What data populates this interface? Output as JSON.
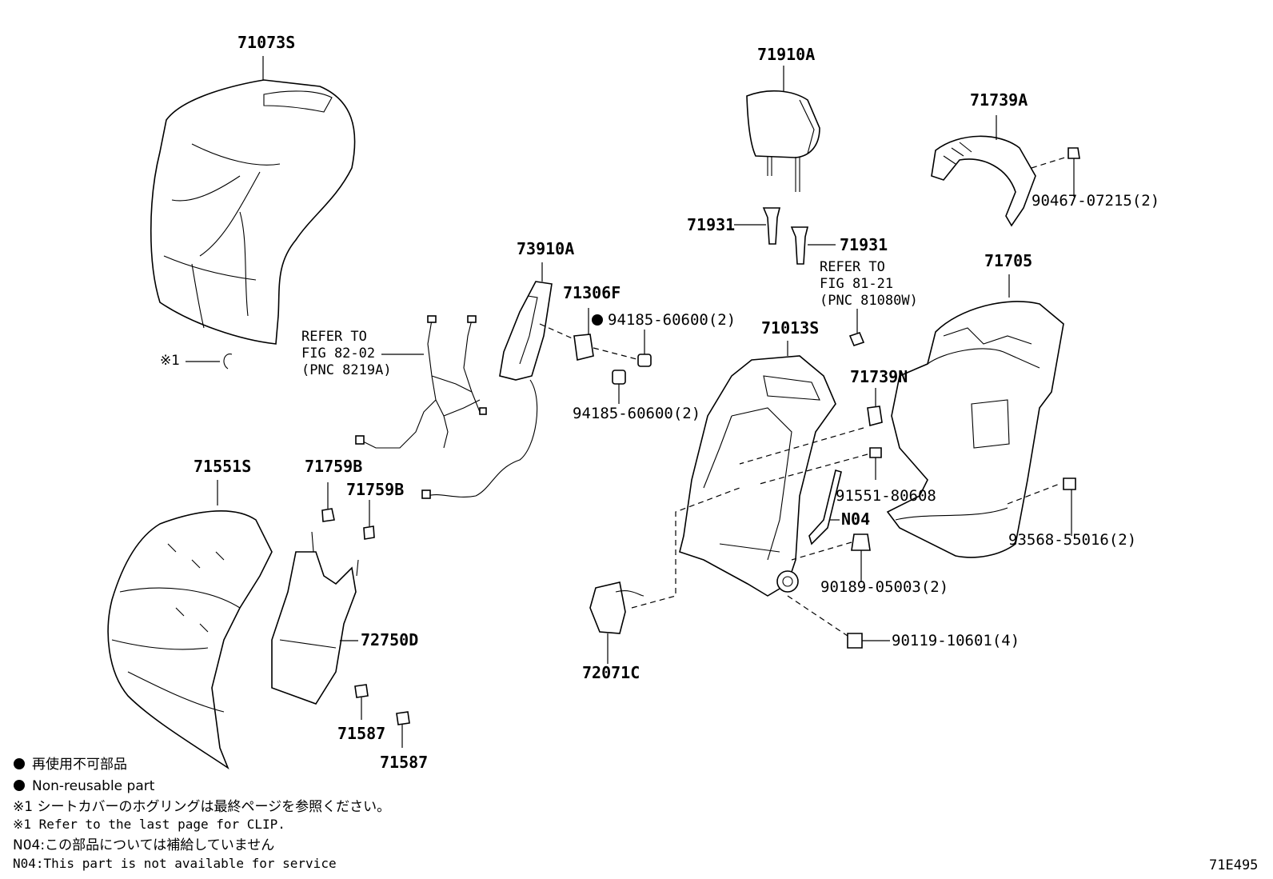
{
  "parts": {
    "p71073S": "71073S",
    "p71910A": "71910A",
    "p71739A": "71739A",
    "p90467": "90467-07215(2)",
    "p71931a": "71931",
    "p71931b": "71931",
    "p73910A": "73910A",
    "p71306F": "71306F",
    "p94185a": "94185-60600(2)",
    "p94185b": "94185-60600(2)",
    "p71705": "71705",
    "p71013S": "71013S",
    "p71739N": "71739N",
    "p91551": "91551-80608",
    "pN04": "N04",
    "p93568": "93568-55016(2)",
    "p90189": "90189-05003(2)",
    "p90119": "90119-10601(4)",
    "p72071C": "72071C",
    "p71551S": "71551S",
    "p71759Ba": "71759B",
    "p71759Bb": "71759B",
    "p72750D": "72750D",
    "p71587a": "71587",
    "p71587b": "71587",
    "clip": "※1"
  },
  "refs": {
    "harness": [
      "REFER TO",
      "FIG 82-02",
      "(PNC 8219A)"
    ],
    "headrest": [
      "REFER TO",
      "FIG 81-21",
      "(PNC 81080W)"
    ]
  },
  "notes": {
    "line1": "再使用不可部品",
    "line2": "Non-reusable part",
    "line3": "※1  シートカバーのホグリングは最終ページを参照ください。",
    "line4": "※1  Refer to the last page for CLIP.",
    "line5": "N04:この部品については補給していません",
    "line6": "N04:This part is not available for service"
  },
  "diagram_id": "71E495"
}
